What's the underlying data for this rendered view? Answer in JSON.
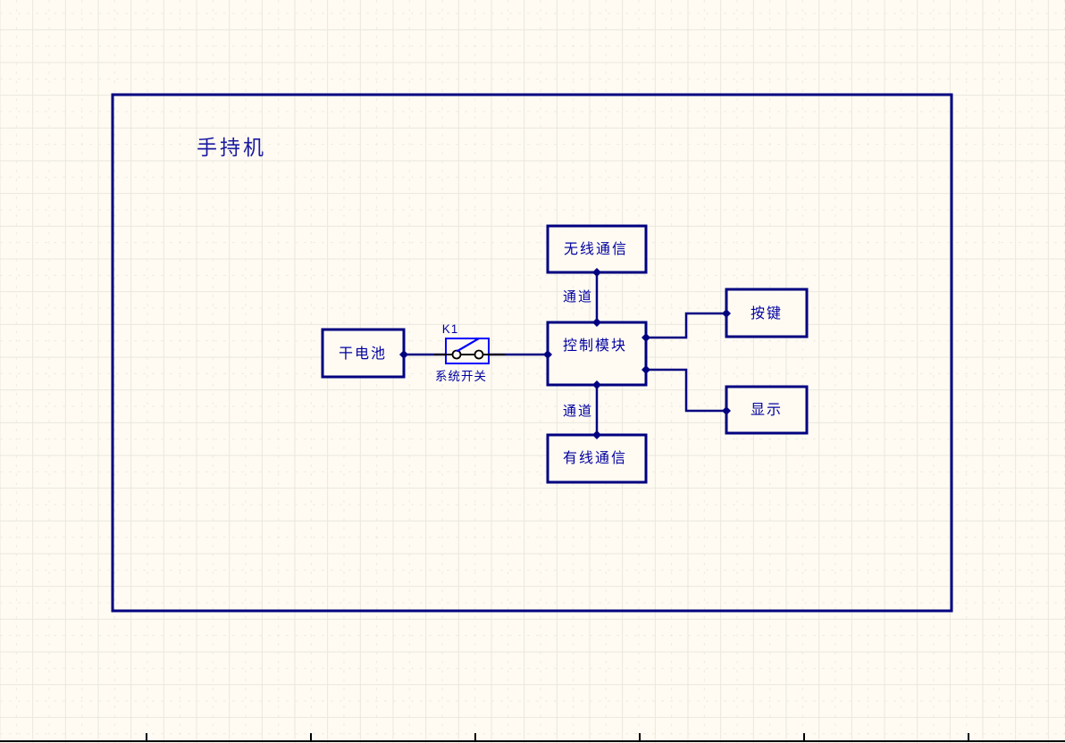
{
  "diagram": {
    "title": "手持机",
    "blocks": {
      "wireless": {
        "label": "无线通信"
      },
      "control": {
        "label": "控制模块"
      },
      "wired": {
        "label": "有线通信"
      },
      "keys": {
        "label": "按键"
      },
      "display": {
        "label": "显示"
      },
      "battery": {
        "label": "干电池"
      }
    },
    "switch": {
      "designator": "K1",
      "name": "系统开关"
    },
    "net_labels": {
      "channel_top": "通道",
      "channel_bottom": "通道"
    },
    "connections": [
      "干电池 - 系统开关(K1) - 控制模块",
      "无线通信 - 通道 - 控制模块",
      "控制模块 - 通道 - 有线通信",
      "控制模块 - 按键",
      "控制模块 - 显示"
    ],
    "colors": {
      "background": "#FFFBF2",
      "grid_solid": "#E9E7DF",
      "grid_dashed": "#EDEBE3",
      "wire": "#000080",
      "box_border": "#000080",
      "switch_component": "#0000FF",
      "pin": "#000000",
      "label_text": "#0000A0",
      "sheet_edge": "#000000"
    }
  }
}
